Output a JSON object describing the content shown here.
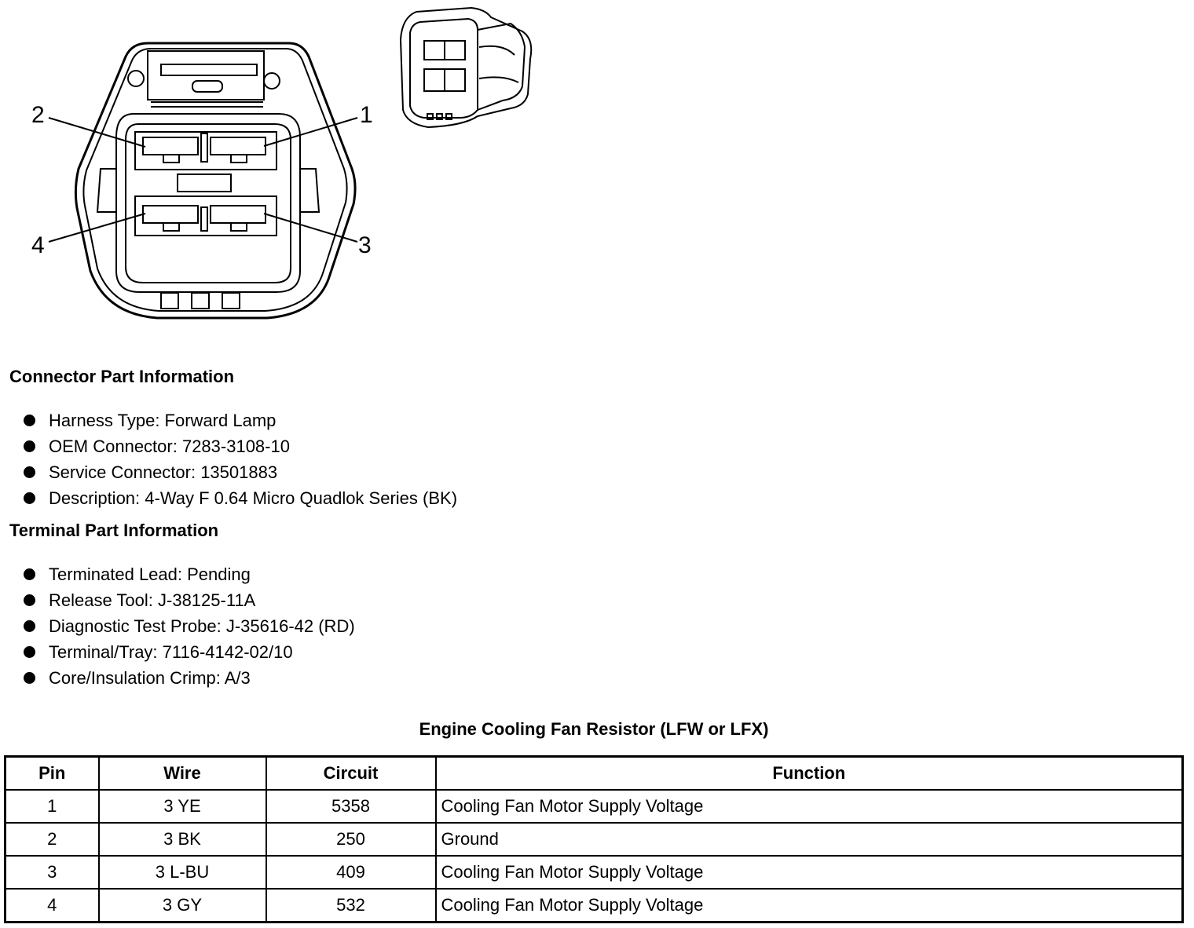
{
  "diagram": {
    "pin_labels": [
      "1",
      "2",
      "3",
      "4"
    ]
  },
  "connector_section": {
    "title": "Connector Part Information",
    "items": [
      "Harness Type: Forward Lamp",
      "OEM Connector: 7283-3108-10",
      "Service Connector: 13501883",
      "Description: 4-Way F 0.64 Micro Quadlok Series (BK)"
    ]
  },
  "terminal_section": {
    "title": "Terminal Part Information",
    "items": [
      "Terminated Lead: Pending",
      "Release Tool: J-38125-11A",
      "Diagnostic Test Probe: J-35616-42 (RD)",
      "Terminal/Tray: 7116-4142-02/10",
      "Core/Insulation Crimp: A/3"
    ]
  },
  "table": {
    "title": "Engine Cooling Fan Resistor (LFW or LFX)",
    "headers": [
      "Pin",
      "Wire",
      "Circuit",
      "Function"
    ],
    "rows": [
      [
        "1",
        "3 YE",
        "5358",
        "Cooling Fan Motor Supply Voltage"
      ],
      [
        "2",
        "3 BK",
        "250",
        "Ground"
      ],
      [
        "3",
        "3 L-BU",
        "409",
        "Cooling Fan Motor Supply Voltage"
      ],
      [
        "4",
        "3 GY",
        "532",
        "Cooling Fan Motor Supply Voltage"
      ]
    ]
  }
}
